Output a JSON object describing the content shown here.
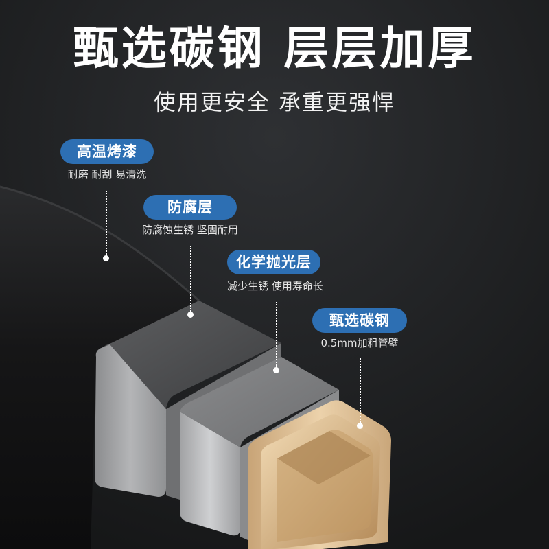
{
  "headline": "甄选碳钢 层层加厚",
  "subline": "使用更安全 承重更强悍",
  "callouts": [
    {
      "title": "高温烤漆",
      "desc": "耐磨 耐刮 易清洗"
    },
    {
      "title": "防腐层",
      "desc": "防腐蚀生锈 坚固耐用"
    },
    {
      "title": "化学抛光层",
      "desc": "减少生锈 使用寿命长"
    },
    {
      "title": "甄选碳钢",
      "desc": "0.5mm加粗管壁"
    }
  ],
  "colors": {
    "background": "#1e1f21",
    "pill": "#2d6fb3",
    "gold_layer": "#d9b88c",
    "silver_layer": "#a9aaac",
    "black_layer": "#1a1a1b"
  }
}
